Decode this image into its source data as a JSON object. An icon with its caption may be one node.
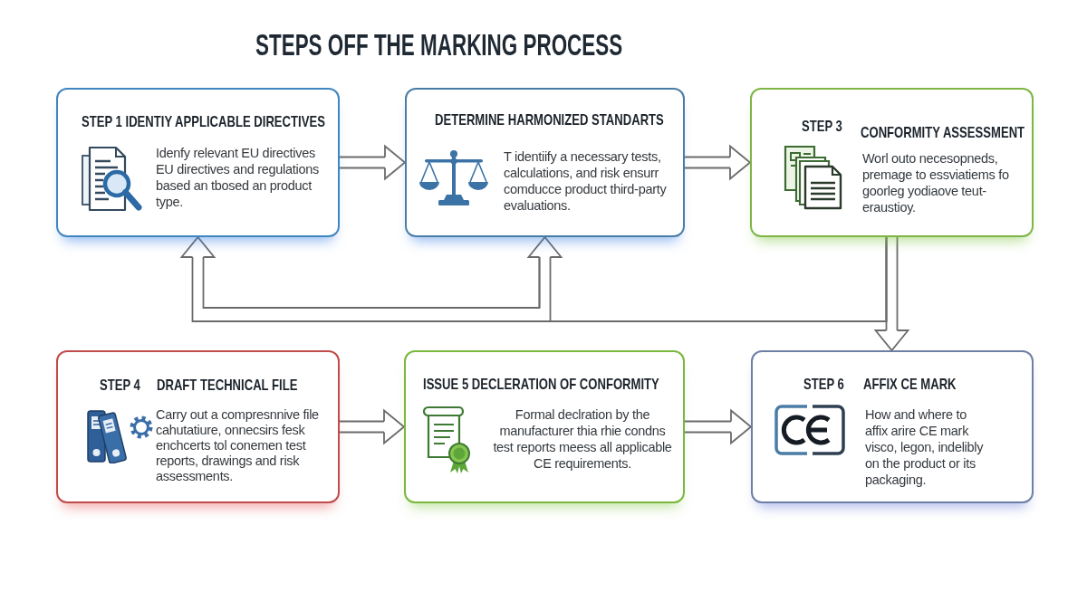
{
  "diagram": {
    "title": "STEPS OFF THE MARKING PROCESS",
    "nodes": [
      {
        "text": [
          "STEP 1 IDENTIY APPLICABLE DIRECTIVES",
          "Idenfy relevant EU directives EU directives and regulations based an tbosed an product type."
        ]
      },
      {
        "text": [
          "DETERMINE HARMONIZED STANDARTS",
          "T identiify a necessary tests, calculations, and risk ensurr comducce product third-party evaluations."
        ]
      },
      {
        "text": [
          "STEP 3",
          "CONFORMITY ASSESSMENT",
          "Worl outo necesopneds, premage to essviatiems fo goorleg yodiaove teut-eraustioy."
        ]
      },
      {
        "text": [
          "STEP 4",
          "DRAFT TECHNICAL FILE",
          "Carry out a compresnnive file cahutatiure, onnecsirs fesk enchcerts tol conemen test reports, drawings and risk assessments."
        ]
      },
      {
        "text": [
          "ISSUE 5 DECLERATION OF CONFORMITY",
          "Formal declration by the manufacturer thia rhie condns test reports meess all applicable CE requirements."
        ]
      },
      {
        "text": [
          "STEP 6",
          "AFFIX CE MARK",
          "How and where to affix arire CE mark visco, legon, indelibly on the product or its packaging."
        ]
      }
    ],
    "edges": [
      {
        "from": 0,
        "to": 1,
        "arrow": "to"
      },
      {
        "from": 1,
        "to": 2,
        "arrow": "to"
      },
      {
        "from": 3,
        "to": 4,
        "arrow": "to"
      },
      {
        "from": 4,
        "to": 5,
        "arrow": "to"
      },
      {
        "from": 2,
        "to": 5,
        "arrow": "to"
      },
      {
        "from": 2,
        "to": 1,
        "arrow": "to"
      },
      {
        "from": 2,
        "to": 0,
        "arrow": "to"
      }
    ]
  }
}
